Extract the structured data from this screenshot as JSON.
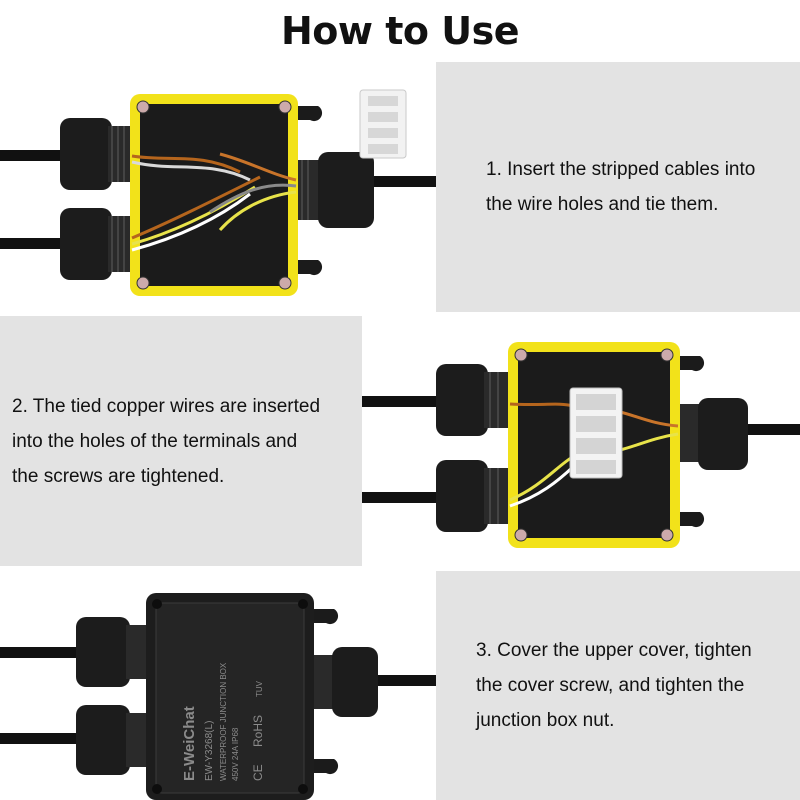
{
  "header": {
    "title": "How to Use"
  },
  "steps": [
    {
      "lines": [
        "1. Insert the stripped cables into",
        "the wire holes and tie them."
      ]
    },
    {
      "lines": [
        "2. The tied copper wires are inserted",
        "into the holes of the terminals and",
        "the screws are tightened."
      ]
    },
    {
      "lines": [
        "3. Cover the upper cover, tighten",
        "the cover screw, and tighten the",
        "junction box nut."
      ]
    }
  ],
  "box_label": {
    "brand": "E-WeiChat",
    "registered": "®",
    "model": "EW-Y3268(L)",
    "rating_line1": "WATERPROOF JUNCTION BOX",
    "rating_line2": "450V 24A IP68",
    "marks": [
      "CE",
      "RoHS",
      "TUV"
    ]
  },
  "colors": {
    "panel_gray": "#e3e3e3",
    "housing_yellow": "#f2e21a",
    "housing_black": "#1b1b1b",
    "cable_black": "#111111"
  }
}
